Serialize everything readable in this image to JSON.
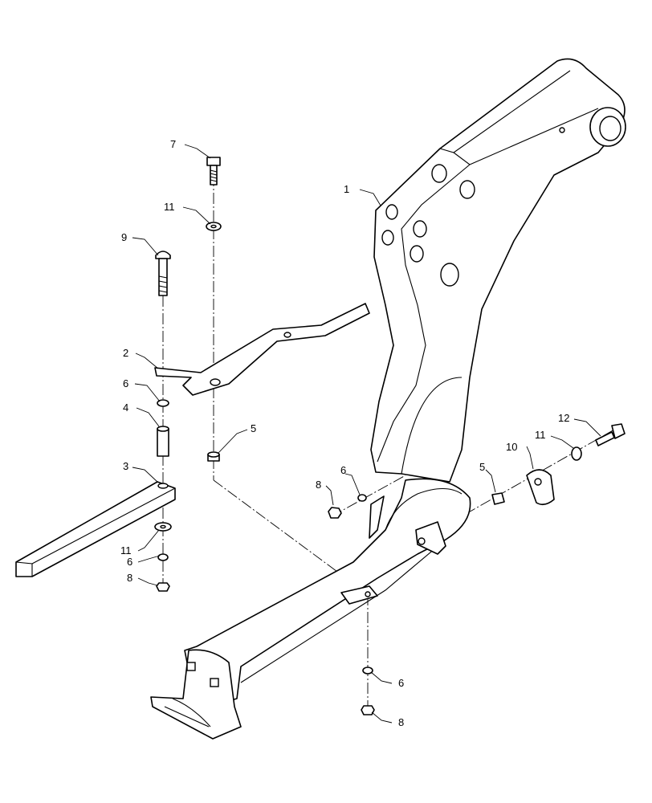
{
  "callouts": {
    "c1": "1",
    "c2": "2",
    "c3": "3",
    "c4": "4",
    "c5a": "5",
    "c5b": "5",
    "c6a": "6",
    "c6b": "6",
    "c6c": "6",
    "c6d": "6",
    "c7": "7",
    "c8a": "8",
    "c8b": "8",
    "c8c": "8",
    "c9": "9",
    "c10": "10",
    "c11a": "11",
    "c11b": "11",
    "c11c": "11",
    "c12": "12"
  }
}
